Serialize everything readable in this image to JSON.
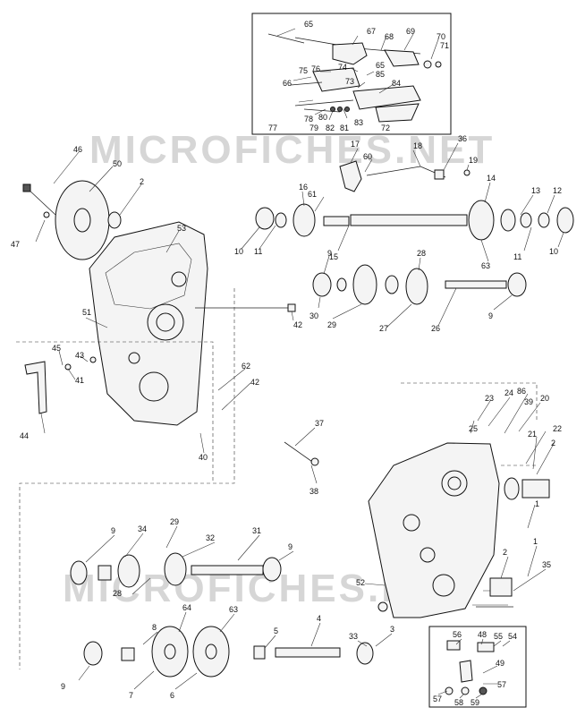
{
  "watermark": {
    "top": "MICROFICHES.NET",
    "bottom": "MICROFICHES.NET"
  },
  "callouts": [
    {
      "id": "c65a",
      "text": "65"
    },
    {
      "id": "c67",
      "text": "67"
    },
    {
      "id": "c68",
      "text": "68"
    },
    {
      "id": "c69",
      "text": "69"
    },
    {
      "id": "c70",
      "text": "70"
    },
    {
      "id": "c71",
      "text": "71"
    },
    {
      "id": "c66",
      "text": "66"
    },
    {
      "id": "c75",
      "text": "75"
    },
    {
      "id": "c76",
      "text": "76"
    },
    {
      "id": "c74",
      "text": "74"
    },
    {
      "id": "c65b",
      "text": "65"
    },
    {
      "id": "c85",
      "text": "85"
    },
    {
      "id": "c73",
      "text": "73"
    },
    {
      "id": "c84",
      "text": "84"
    },
    {
      "id": "c77",
      "text": "77"
    },
    {
      "id": "c78",
      "text": "78"
    },
    {
      "id": "c80",
      "text": "80"
    },
    {
      "id": "c79",
      "text": "79"
    },
    {
      "id": "c82",
      "text": "82"
    },
    {
      "id": "c81",
      "text": "81"
    },
    {
      "id": "c83",
      "text": "83"
    },
    {
      "id": "c72",
      "text": "72"
    },
    {
      "id": "c46",
      "text": "46"
    },
    {
      "id": "c50",
      "text": "50"
    },
    {
      "id": "c2a",
      "text": "2"
    },
    {
      "id": "c47",
      "text": "47"
    },
    {
      "id": "c17",
      "text": "17"
    },
    {
      "id": "c18",
      "text": "18"
    },
    {
      "id": "c36",
      "text": "36"
    },
    {
      "id": "c19",
      "text": "19"
    },
    {
      "id": "c60",
      "text": "60"
    },
    {
      "id": "c16",
      "text": "16"
    },
    {
      "id": "c61",
      "text": "61"
    },
    {
      "id": "c14",
      "text": "14"
    },
    {
      "id": "c13",
      "text": "13"
    },
    {
      "id": "c12",
      "text": "12"
    },
    {
      "id": "c10a",
      "text": "10"
    },
    {
      "id": "c11a",
      "text": "11"
    },
    {
      "id": "c15",
      "text": "15"
    },
    {
      "id": "c63a",
      "text": "63"
    },
    {
      "id": "c11b",
      "text": "11"
    },
    {
      "id": "c10b",
      "text": "10"
    },
    {
      "id": "c53",
      "text": "53"
    },
    {
      "id": "c9a",
      "text": "9"
    },
    {
      "id": "c28a",
      "text": "28"
    },
    {
      "id": "c30",
      "text": "30"
    },
    {
      "id": "c29a",
      "text": "29"
    },
    {
      "id": "c27",
      "text": "27"
    },
    {
      "id": "c26",
      "text": "26"
    },
    {
      "id": "c9b",
      "text": "9"
    },
    {
      "id": "c51",
      "text": "51"
    },
    {
      "id": "c42a",
      "text": "42"
    },
    {
      "id": "c45",
      "text": "45"
    },
    {
      "id": "c43",
      "text": "43"
    },
    {
      "id": "c41",
      "text": "41"
    },
    {
      "id": "c44",
      "text": "44"
    },
    {
      "id": "c62",
      "text": "62"
    },
    {
      "id": "c42b",
      "text": "42"
    },
    {
      "id": "c40",
      "text": "40"
    },
    {
      "id": "c23",
      "text": "23"
    },
    {
      "id": "c24",
      "text": "24"
    },
    {
      "id": "c86",
      "text": "86"
    },
    {
      "id": "c39",
      "text": "39"
    },
    {
      "id": "c20",
      "text": "20"
    },
    {
      "id": "c25",
      "text": "25"
    },
    {
      "id": "c22",
      "text": "22"
    },
    {
      "id": "c21",
      "text": "21"
    },
    {
      "id": "c2b",
      "text": "2"
    },
    {
      "id": "c37",
      "text": "37"
    },
    {
      "id": "c38",
      "text": "38"
    },
    {
      "id": "c1a",
      "text": "1"
    },
    {
      "id": "c9c",
      "text": "9"
    },
    {
      "id": "c34",
      "text": "34"
    },
    {
      "id": "c29b",
      "text": "29"
    },
    {
      "id": "c32",
      "text": "32"
    },
    {
      "id": "c31",
      "text": "31"
    },
    {
      "id": "c9d",
      "text": "9"
    },
    {
      "id": "c28b",
      "text": "28"
    },
    {
      "id": "c52",
      "text": "52"
    },
    {
      "id": "c2c",
      "text": "2"
    },
    {
      "id": "c1b",
      "text": "1"
    },
    {
      "id": "c35",
      "text": "35"
    },
    {
      "id": "c8",
      "text": "8"
    },
    {
      "id": "c64",
      "text": "64"
    },
    {
      "id": "c63b",
      "text": "63"
    },
    {
      "id": "c5",
      "text": "5"
    },
    {
      "id": "c4",
      "text": "4"
    },
    {
      "id": "c33",
      "text": "33"
    },
    {
      "id": "c3",
      "text": "3"
    },
    {
      "id": "c9e",
      "text": "9"
    },
    {
      "id": "c7",
      "text": "7"
    },
    {
      "id": "c6",
      "text": "6"
    },
    {
      "id": "c56",
      "text": "56"
    },
    {
      "id": "c48",
      "text": "48"
    },
    {
      "id": "c55",
      "text": "55"
    },
    {
      "id": "c54",
      "text": "54"
    },
    {
      "id": "c49",
      "text": "49"
    },
    {
      "id": "c57a",
      "text": "57"
    },
    {
      "id": "c57b",
      "text": "57"
    },
    {
      "id": "c58",
      "text": "58"
    },
    {
      "id": "c59",
      "text": "59"
    }
  ]
}
